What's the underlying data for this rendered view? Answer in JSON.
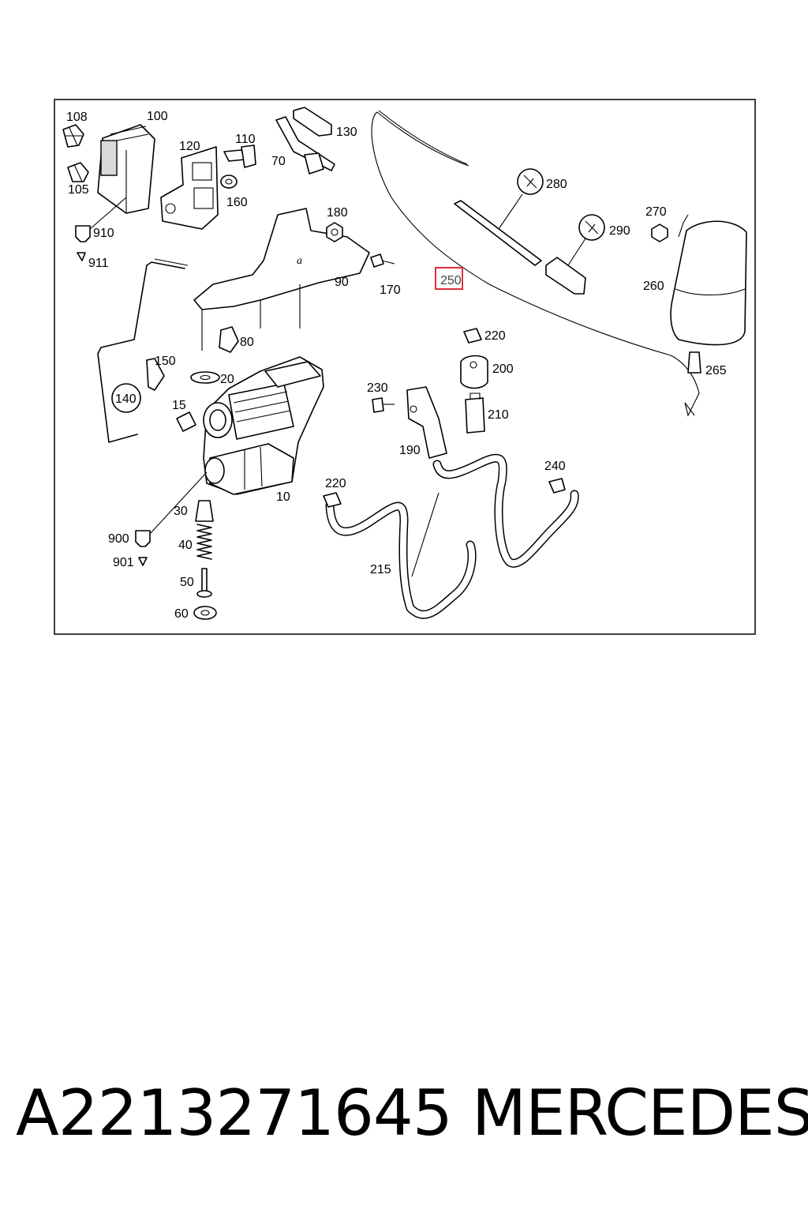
{
  "diagram": {
    "callouts": {
      "c108": "108",
      "c100": "100",
      "c110": "110",
      "c130": "130",
      "c120": "120",
      "c70": "70",
      "c105": "105",
      "c160": "160",
      "c280": "280",
      "c270": "270",
      "c290": "290",
      "c180": "180",
      "c910": "910",
      "c911": "911",
      "c90": "90",
      "c170": "170",
      "c250": "250",
      "c260": "260",
      "c80": "80",
      "c220a": "220",
      "c150": "150",
      "c200": "200",
      "c265": "265",
      "c20": "20",
      "c230": "230",
      "c140": "140",
      "c15": "15",
      "c210": "210",
      "c190": "190",
      "c240": "240",
      "c220b": "220",
      "c10": "10",
      "c30": "30",
      "c900": "900",
      "c40": "40",
      "c901": "901",
      "c215": "215",
      "c50": "50",
      "c60": "60"
    },
    "highlighted_callout": "250",
    "highlight_color": "#e0303a"
  },
  "footer": {
    "part_number": "A2213271645",
    "brand": "MERCEDES"
  }
}
